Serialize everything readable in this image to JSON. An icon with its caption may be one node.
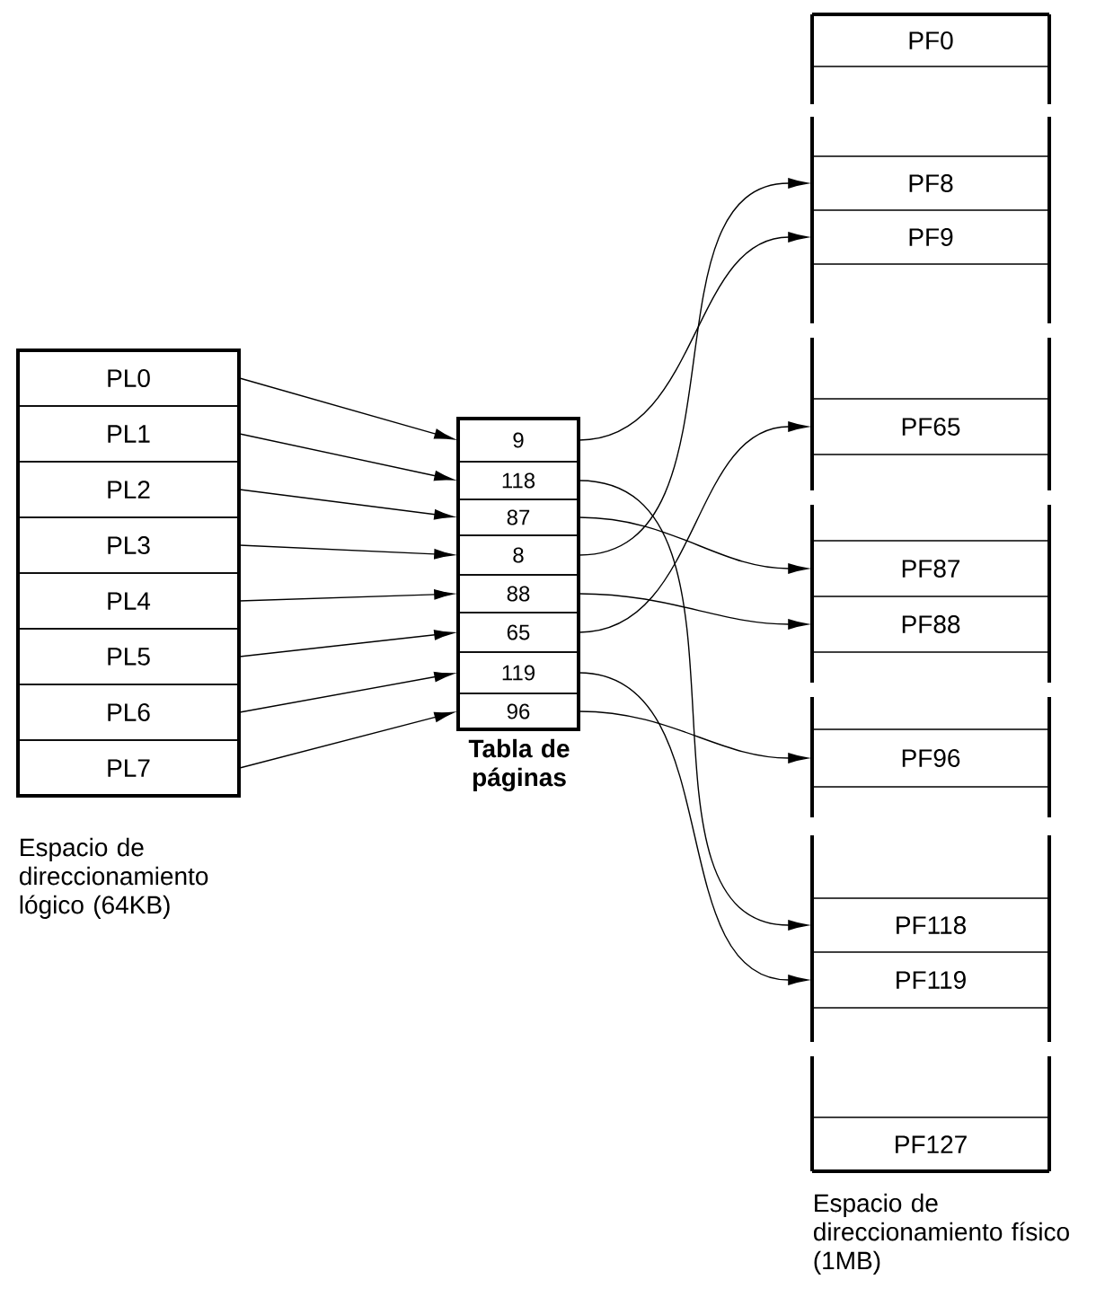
{
  "diagram": {
    "nodes": [
      {
        "text": [
          "PL0"
        ]
      },
      {
        "text": [
          "PL1"
        ]
      },
      {
        "text": [
          "PL2"
        ]
      },
      {
        "text": [
          "PL3"
        ]
      },
      {
        "text": [
          "PL4"
        ]
      },
      {
        "text": [
          "PL5"
        ]
      },
      {
        "text": [
          "PL6"
        ]
      },
      {
        "text": [
          "PL7"
        ]
      },
      {
        "text": [
          "9"
        ]
      },
      {
        "text": [
          "118"
        ]
      },
      {
        "text": [
          "87"
        ]
      },
      {
        "text": [
          "8"
        ]
      },
      {
        "text": [
          "88"
        ]
      },
      {
        "text": [
          "65"
        ]
      },
      {
        "text": [
          "119"
        ]
      },
      {
        "text": [
          "96"
        ]
      },
      {
        "text": [
          "PF0"
        ]
      },
      {
        "text": [],
        "shape": "box"
      },
      {
        "text": [
          "PF8"
        ]
      },
      {
        "text": [
          "PF9"
        ]
      },
      {
        "text": [],
        "shape": "box"
      },
      {
        "text": [
          "PF65"
        ]
      },
      {
        "text": [],
        "shape": "box"
      },
      {
        "text": [
          "PF87"
        ]
      },
      {
        "text": [
          "PF88"
        ]
      },
      {
        "text": [],
        "shape": "box"
      },
      {
        "text": [
          "PF96"
        ]
      },
      {
        "text": [],
        "shape": "box"
      },
      {
        "text": [
          "PF118"
        ]
      },
      {
        "text": [
          "PF119"
        ]
      },
      {
        "text": [],
        "shape": "box"
      },
      {
        "text": [
          "PF127"
        ]
      }
    ],
    "edges": [
      {
        "from": 0,
        "to": 8,
        "arrow": "to"
      },
      {
        "from": 1,
        "to": 9,
        "arrow": "to"
      },
      {
        "from": 2,
        "to": 10,
        "arrow": "to"
      },
      {
        "from": 3,
        "to": 11,
        "arrow": "to"
      },
      {
        "from": 4,
        "to": 12,
        "arrow": "to"
      },
      {
        "from": 5,
        "to": 13,
        "arrow": "to"
      },
      {
        "from": 6,
        "to": 14,
        "arrow": "to"
      },
      {
        "from": 7,
        "to": 15,
        "arrow": "to"
      },
      {
        "from": 8,
        "to": 19,
        "arrow": "to"
      },
      {
        "from": 9,
        "to": 28,
        "arrow": "to"
      },
      {
        "from": 10,
        "to": 23,
        "arrow": "to"
      },
      {
        "from": 11,
        "to": 18,
        "arrow": "to"
      },
      {
        "from": 12,
        "to": 24,
        "arrow": "to"
      },
      {
        "from": 13,
        "to": 21,
        "arrow": "to"
      },
      {
        "from": 14,
        "to": 29,
        "arrow": "to"
      },
      {
        "from": 15,
        "to": 26,
        "arrow": "to"
      }
    ],
    "labels": [
      "Tabla de páginas",
      "Espacio de direccionamiento lógico (64KB)",
      "Espacio de direccionamiento físico (1MB)"
    ]
  }
}
